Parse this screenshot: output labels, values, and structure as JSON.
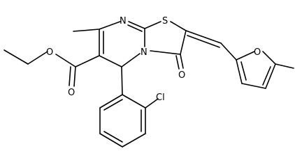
{
  "molecule": {
    "atom_labels": {
      "n_top": "N",
      "n_mid": "N",
      "s_ring": "S",
      "o_ketone": "O",
      "o_ester_carbonyl": "O",
      "o_ester_ether": "O",
      "o_furan": "O",
      "cl": "Cl"
    }
  }
}
